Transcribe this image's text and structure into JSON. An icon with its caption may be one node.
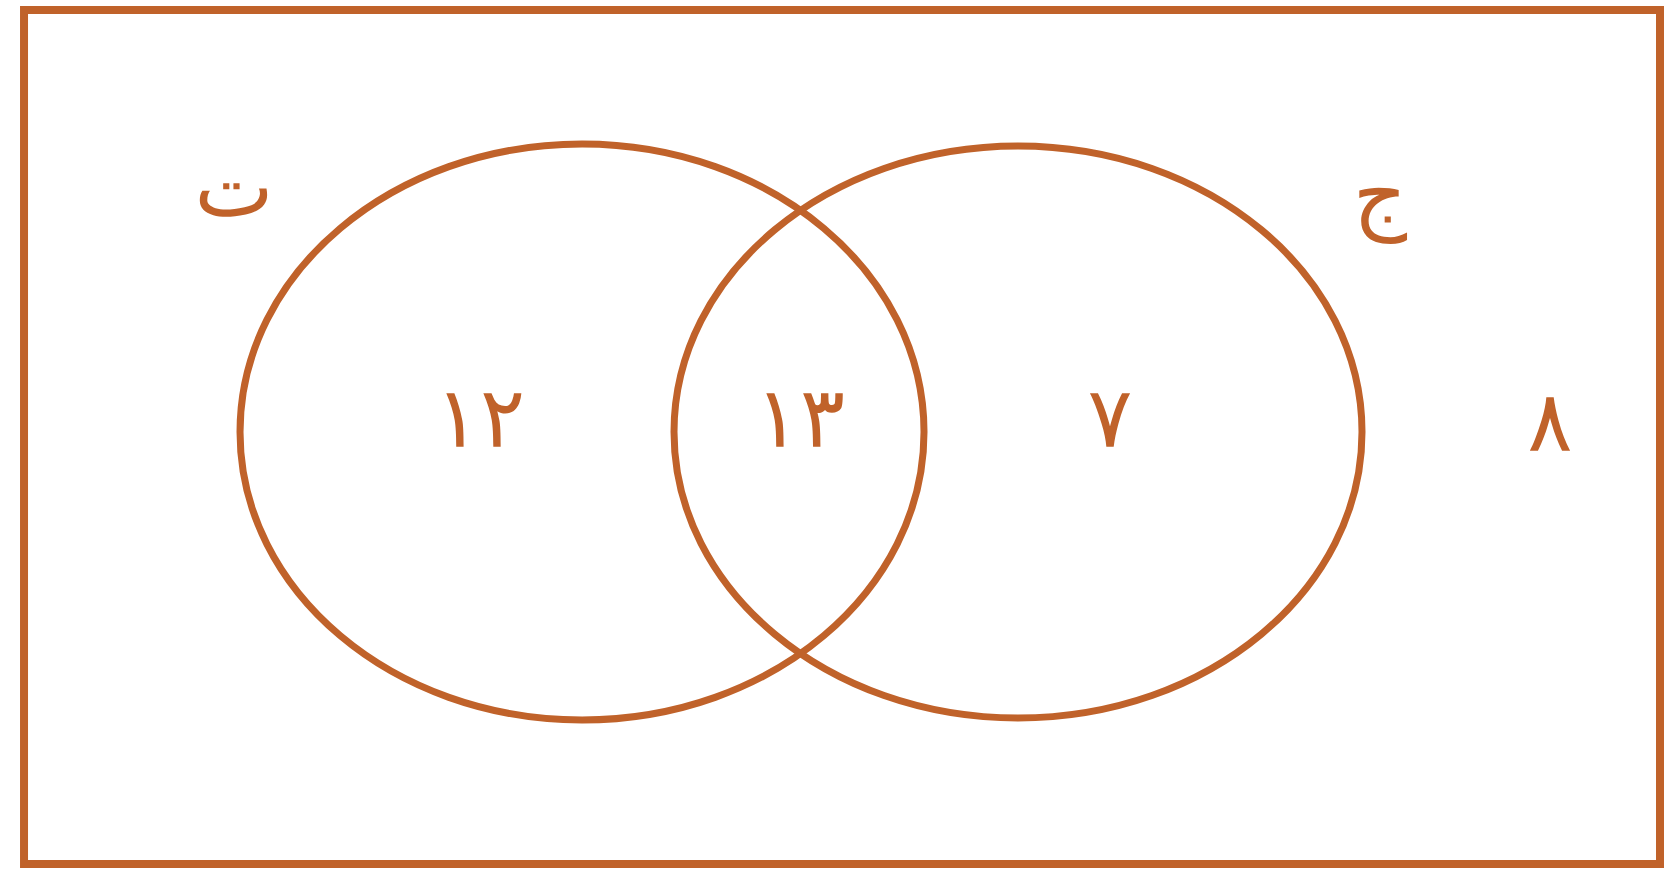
{
  "diagram": {
    "nodes": [
      {
        "text": [
          "٨"
        ]
      },
      {
        "text": [
          "ت",
          "١٢"
        ],
        "in": 0
      },
      {
        "text": [
          "ج",
          "٧"
        ],
        "in": 0
      }
    ],
    "labels": [
      "١٣"
    ]
  }
}
